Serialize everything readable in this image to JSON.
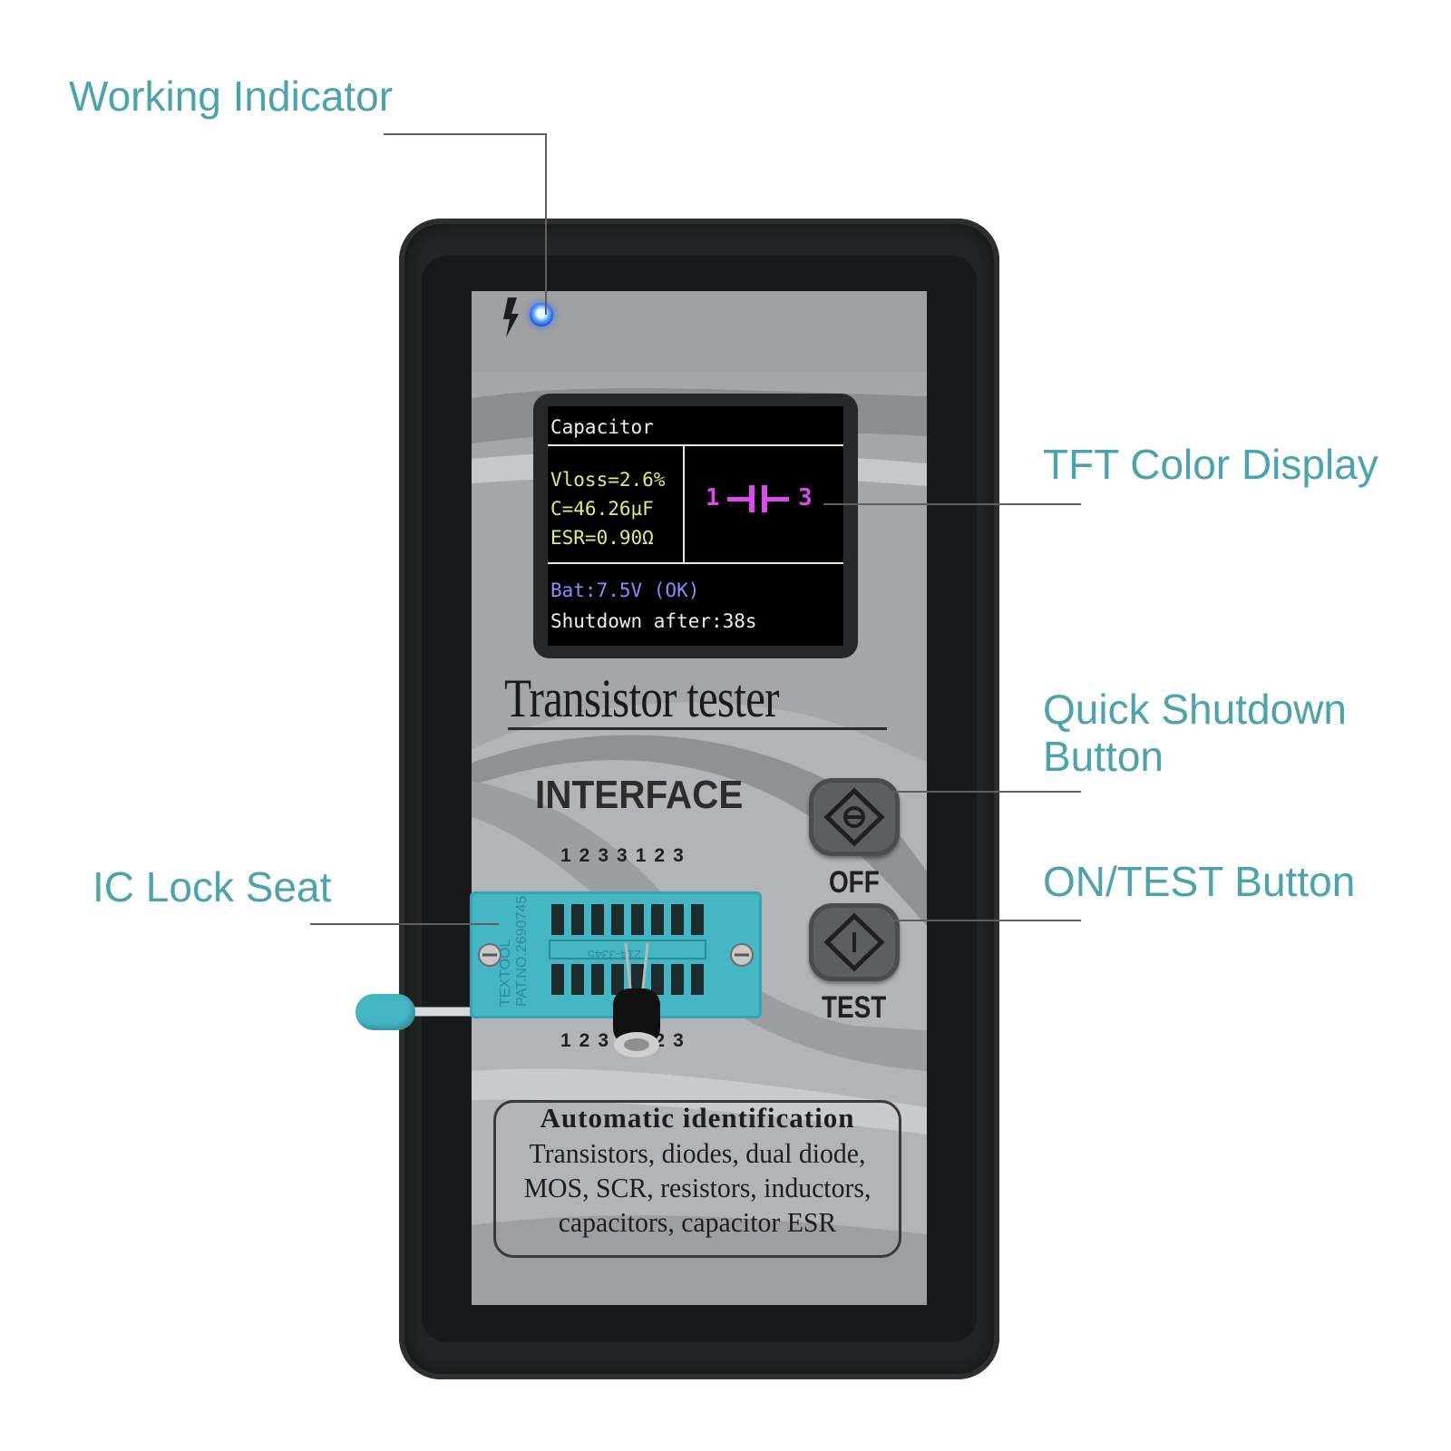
{
  "callouts": {
    "working_indicator": "Working Indicator",
    "tft_display": "TFT Color Display",
    "quick_shutdown_line1": "Quick Shutdown",
    "quick_shutdown_line2": "Button",
    "ic_lock_seat": "IC Lock Seat",
    "on_test": "ON/TEST Button"
  },
  "screen": {
    "title": "Capacitor",
    "vloss": "Vloss=2.6%",
    "capacitance": "C=46.26µF",
    "esr": "ESR=0.90Ω",
    "pin_left": "1",
    "pin_right": "3",
    "battery": "Bat:7.5V (OK)",
    "shutdown": "Shutdown after:38s"
  },
  "device": {
    "brand": "Transistor tester",
    "interface_label": "INTERFACE",
    "pins_top": "1233123",
    "pins_bottom": "1233123",
    "off_label": "OFF",
    "test_label": "TEST",
    "socket_brand": "TEXTOOL",
    "socket_patent": "PAT.NO.2690745",
    "socket_code": "214-3345",
    "ident_heading": "Automatic identification",
    "ident_line1": "Transistors, diodes, dual diode,",
    "ident_line2": "MOS, SCR, resistors, inductors,",
    "ident_line3": "capacitors, capacitor ESR"
  },
  "colors": {
    "callout_text": "#4aa3ad",
    "socket": "#45b6c3",
    "led": "#3a6bff",
    "screen_green": "#d8f07a",
    "screen_magenta": "#d84ce8",
    "screen_blue": "#8a8cff"
  }
}
